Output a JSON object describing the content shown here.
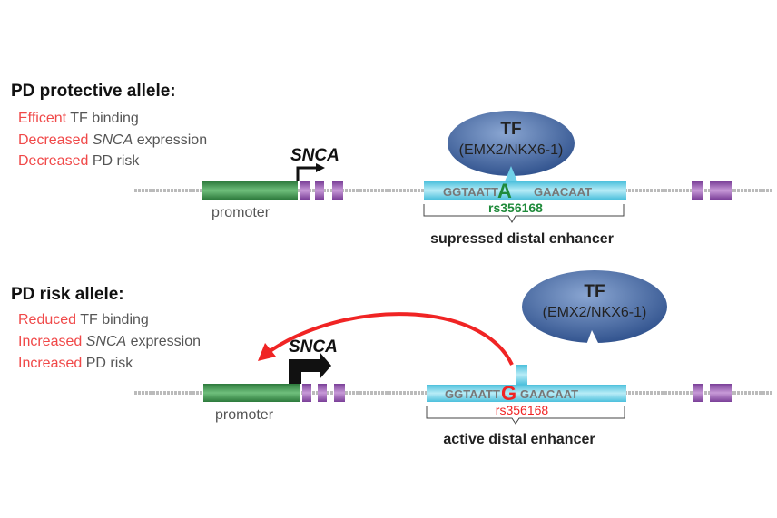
{
  "colors": {
    "accent_red": "#f04848",
    "promoter_green": "#3a8a4a",
    "exon_purple": "#8c4fa8",
    "enhancer_cyan": "#6fd0e8",
    "tf_blue": "#3a5f9a",
    "snp_green": "#1f8a3a"
  },
  "protective": {
    "heading": "PD protective allele:",
    "items": [
      {
        "highlight": "Efficent",
        "rest": " TF binding"
      },
      {
        "highlight": "Decreased",
        "italic": " SNCA",
        "rest": " expression"
      },
      {
        "highlight": "Decreased",
        "rest": " PD risk"
      }
    ],
    "gene": "SNCA",
    "promoter": "promoter",
    "tf_title": "TF",
    "tf_name": "(EMX2/NKX6-1)",
    "seq_left": "GGTAATT",
    "snp_base": "A",
    "seq_right": "GAACAAT",
    "snp_id": "rs356168",
    "enhancer_label": "supressed distal enhancer"
  },
  "risk": {
    "heading": "PD risk allele:",
    "items": [
      {
        "highlight": "Reduced",
        "rest": " TF binding"
      },
      {
        "highlight": "Increased",
        "italic": " SNCA",
        "rest": " expression"
      },
      {
        "highlight": "Increased",
        "rest": " PD risk"
      }
    ],
    "gene": "SNCA",
    "promoter": "promoter",
    "tf_title": "TF",
    "tf_name": "(EMX2/NKX6-1)",
    "seq_left": "GGTAATT",
    "snp_base": "G",
    "seq_right": "GAACAAT",
    "snp_id": "rs356168",
    "enhancer_label": "active distal enhancer"
  }
}
